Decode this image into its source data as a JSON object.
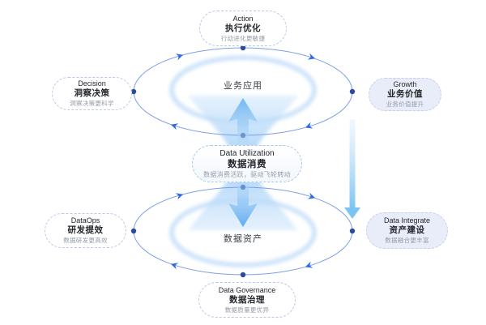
{
  "flywheel": {
    "top_ring_label": "业务应用",
    "bottom_ring_label": "数据资产"
  },
  "nodes": {
    "action": {
      "en": "Action",
      "zh": "执行优化",
      "sub": "行动进化更敏捷"
    },
    "decision": {
      "en": "Decision",
      "zh": "洞察决策",
      "sub": "洞察决策更科学"
    },
    "growth": {
      "en": "Growth",
      "zh": "业务价值",
      "sub": "业务价值提升"
    },
    "utilization": {
      "en": "Data Utilization",
      "zh": "数据消费",
      "sub": "数据消费活跃，驱动飞轮转动"
    },
    "dataops": {
      "en": "DataOps",
      "zh": "研发提效",
      "sub": "数据研发更高效"
    },
    "integrate": {
      "en": "Data Integrate",
      "zh": "资产建设",
      "sub": "数据融合更丰富"
    },
    "governance": {
      "en": "Data Governance",
      "zh": "数据治理",
      "sub": "数据质量更优异"
    }
  },
  "colors": {
    "ring-stroke": "#7d9fe8",
    "dot-navy": "#2b4b9e",
    "arrow-blue": "#2e6be6",
    "inner-ring": "#c9e1f9",
    "funnel": "#a5cff6",
    "flow-arrow": "#7dbdf2",
    "node-border": "#bcc8e6",
    "lavender-fill": "#e9edf9",
    "lavender-border": "#c6cfec",
    "center-border": "#a9c8ee",
    "title-dark": "#23262b",
    "subtitle-gray": "#949ba6"
  }
}
